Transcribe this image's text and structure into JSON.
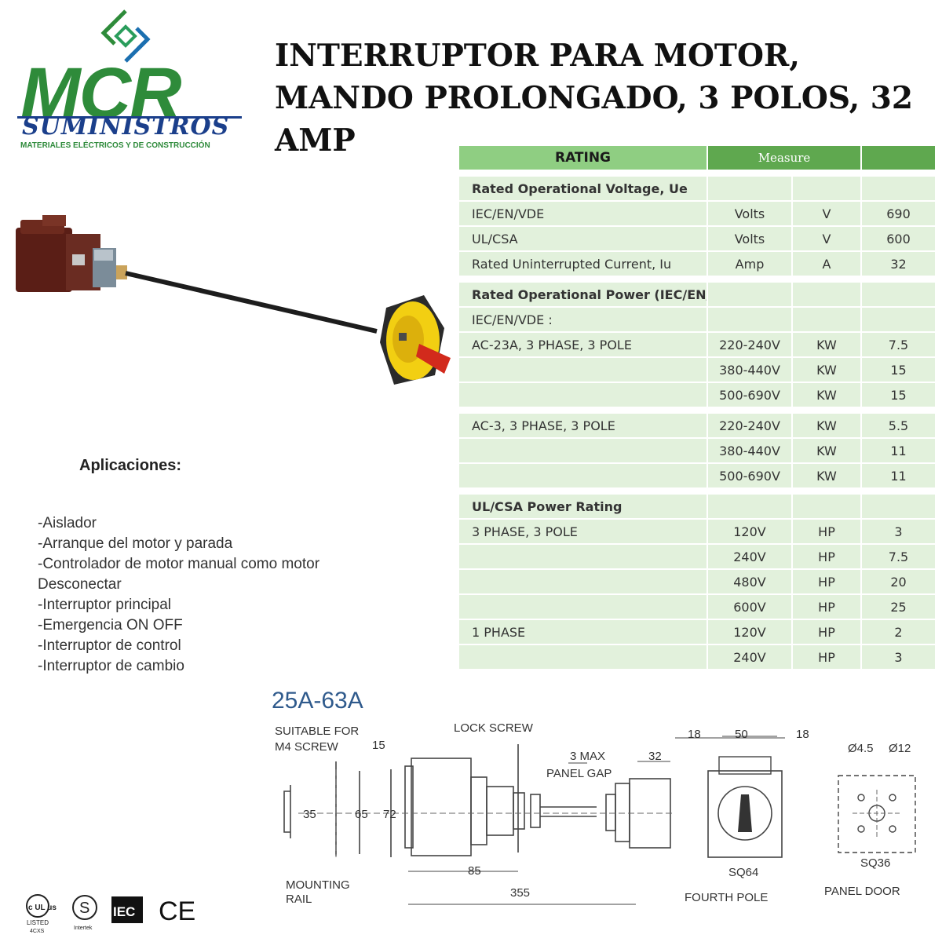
{
  "header": {
    "title": "INTERRUPTOR PARA MOTOR, MANDO PROLONGADO, 3 POLOS, 32 AMP"
  },
  "logo": {
    "monogram": "MCR",
    "brand": "SUMINISTROS",
    "tagline": "MATERIALES ELÉCTRICOS Y DE CONSTRUCCIÓN",
    "colors": {
      "green": "#2e8b3a",
      "blue": "#1b3f8b"
    }
  },
  "applications": {
    "heading": "Aplicaciones:",
    "items": [
      "-Aislador",
      "-Arranque del motor y parada",
      "-Controlador de motor manual como motor Desconectar",
      "-Interruptor  principal",
      "-Emergencia ON OFF",
      "-Interruptor de control",
      "-Interruptor de cambio"
    ]
  },
  "spec_table": {
    "header": {
      "rating": "RATING",
      "measure": "Measure"
    },
    "colors": {
      "header_light": "#8fce82",
      "header_dark": "#5fa84f",
      "row_bg": "#e2f1dc"
    },
    "rows": [
      {
        "c1": "Rated Operational Voltage, Ue",
        "c2": "",
        "c3": "",
        "c4": "",
        "section": true
      },
      {
        "c1": "IEC/EN/VDE",
        "c2": "Volts",
        "c3": "V",
        "c4": "690"
      },
      {
        "c1": "UL/CSA",
        "c2": "Volts",
        "c3": "V",
        "c4": "600"
      },
      {
        "c1": "Rated Uninterrupted Current, Iu",
        "c2": "Amp",
        "c3": "A",
        "c4": "32"
      },
      {
        "c1": "Rated Operational Power (IEC/EN/VDE)",
        "c2": "",
        "c3": "",
        "c4": "",
        "section": true
      },
      {
        "c1": "IEC/EN/VDE :",
        "c2": "",
        "c3": "",
        "c4": ""
      },
      {
        "c1": "AC-23A, 3 PHASE, 3 POLE",
        "c2": "220-240V",
        "c3": "KW",
        "c4": "7.5"
      },
      {
        "c1": "",
        "c2": "380-440V",
        "c3": "KW",
        "c4": "15"
      },
      {
        "c1": "",
        "c2": "500-690V",
        "c3": "KW",
        "c4": "15"
      },
      {
        "c1": "AC-3, 3 PHASE, 3 POLE",
        "c2": "220-240V",
        "c3": "KW",
        "c4": "5.5"
      },
      {
        "c1": "",
        "c2": "380-440V",
        "c3": "KW",
        "c4": "11"
      },
      {
        "c1": "",
        "c2": "500-690V",
        "c3": "KW",
        "c4": "11"
      },
      {
        "c1": "UL/CSA Power Rating",
        "c2": "",
        "c3": "",
        "c4": "",
        "section": true
      },
      {
        "c1": "3 PHASE, 3 POLE",
        "c2": "120V",
        "c3": "HP",
        "c4": "3"
      },
      {
        "c1": "",
        "c2": "240V",
        "c3": "HP",
        "c4": "7.5"
      },
      {
        "c1": "",
        "c2": "480V",
        "c3": "HP",
        "c4": "20"
      },
      {
        "c1": "",
        "c2": "600V",
        "c3": "HP",
        "c4": "25"
      },
      {
        "c1": "1 PHASE",
        "c2": "120V",
        "c3": "HP",
        "c4": "2"
      },
      {
        "c1": "",
        "c2": "240V",
        "c3": "HP",
        "c4": "3"
      }
    ]
  },
  "drawing": {
    "range_title": "25A-63A",
    "labels": {
      "suitable": "SUITABLE FOR",
      "m4": "M4 SCREW",
      "lock_screw": "LOCK SCREW",
      "max3": "3 MAX",
      "panel_gap": "PANEL GAP",
      "mounting": "MOUNTING",
      "rail": "RAIL",
      "fourth_pole": "FOURTH POLE",
      "panel_door": "PANEL DOOR"
    },
    "dims": {
      "d15": "15",
      "d35": "35",
      "d65": "65",
      "d72": "72",
      "d32": "32",
      "d85": "85",
      "d355": "355",
      "d18a": "18",
      "d50": "50",
      "d18b": "18",
      "sq64": "SQ64",
      "phi45": "Ø4.5",
      "phi12": "Ø12",
      "sq36": "SQ36"
    }
  },
  "certifications": {
    "ul_top": "c UL us",
    "ul_bottom": "LISTED",
    "ul_code": "4CXS",
    "s_mark": "S",
    "intertek": "Intertek",
    "iec": "IEC",
    "ce": "CE"
  }
}
